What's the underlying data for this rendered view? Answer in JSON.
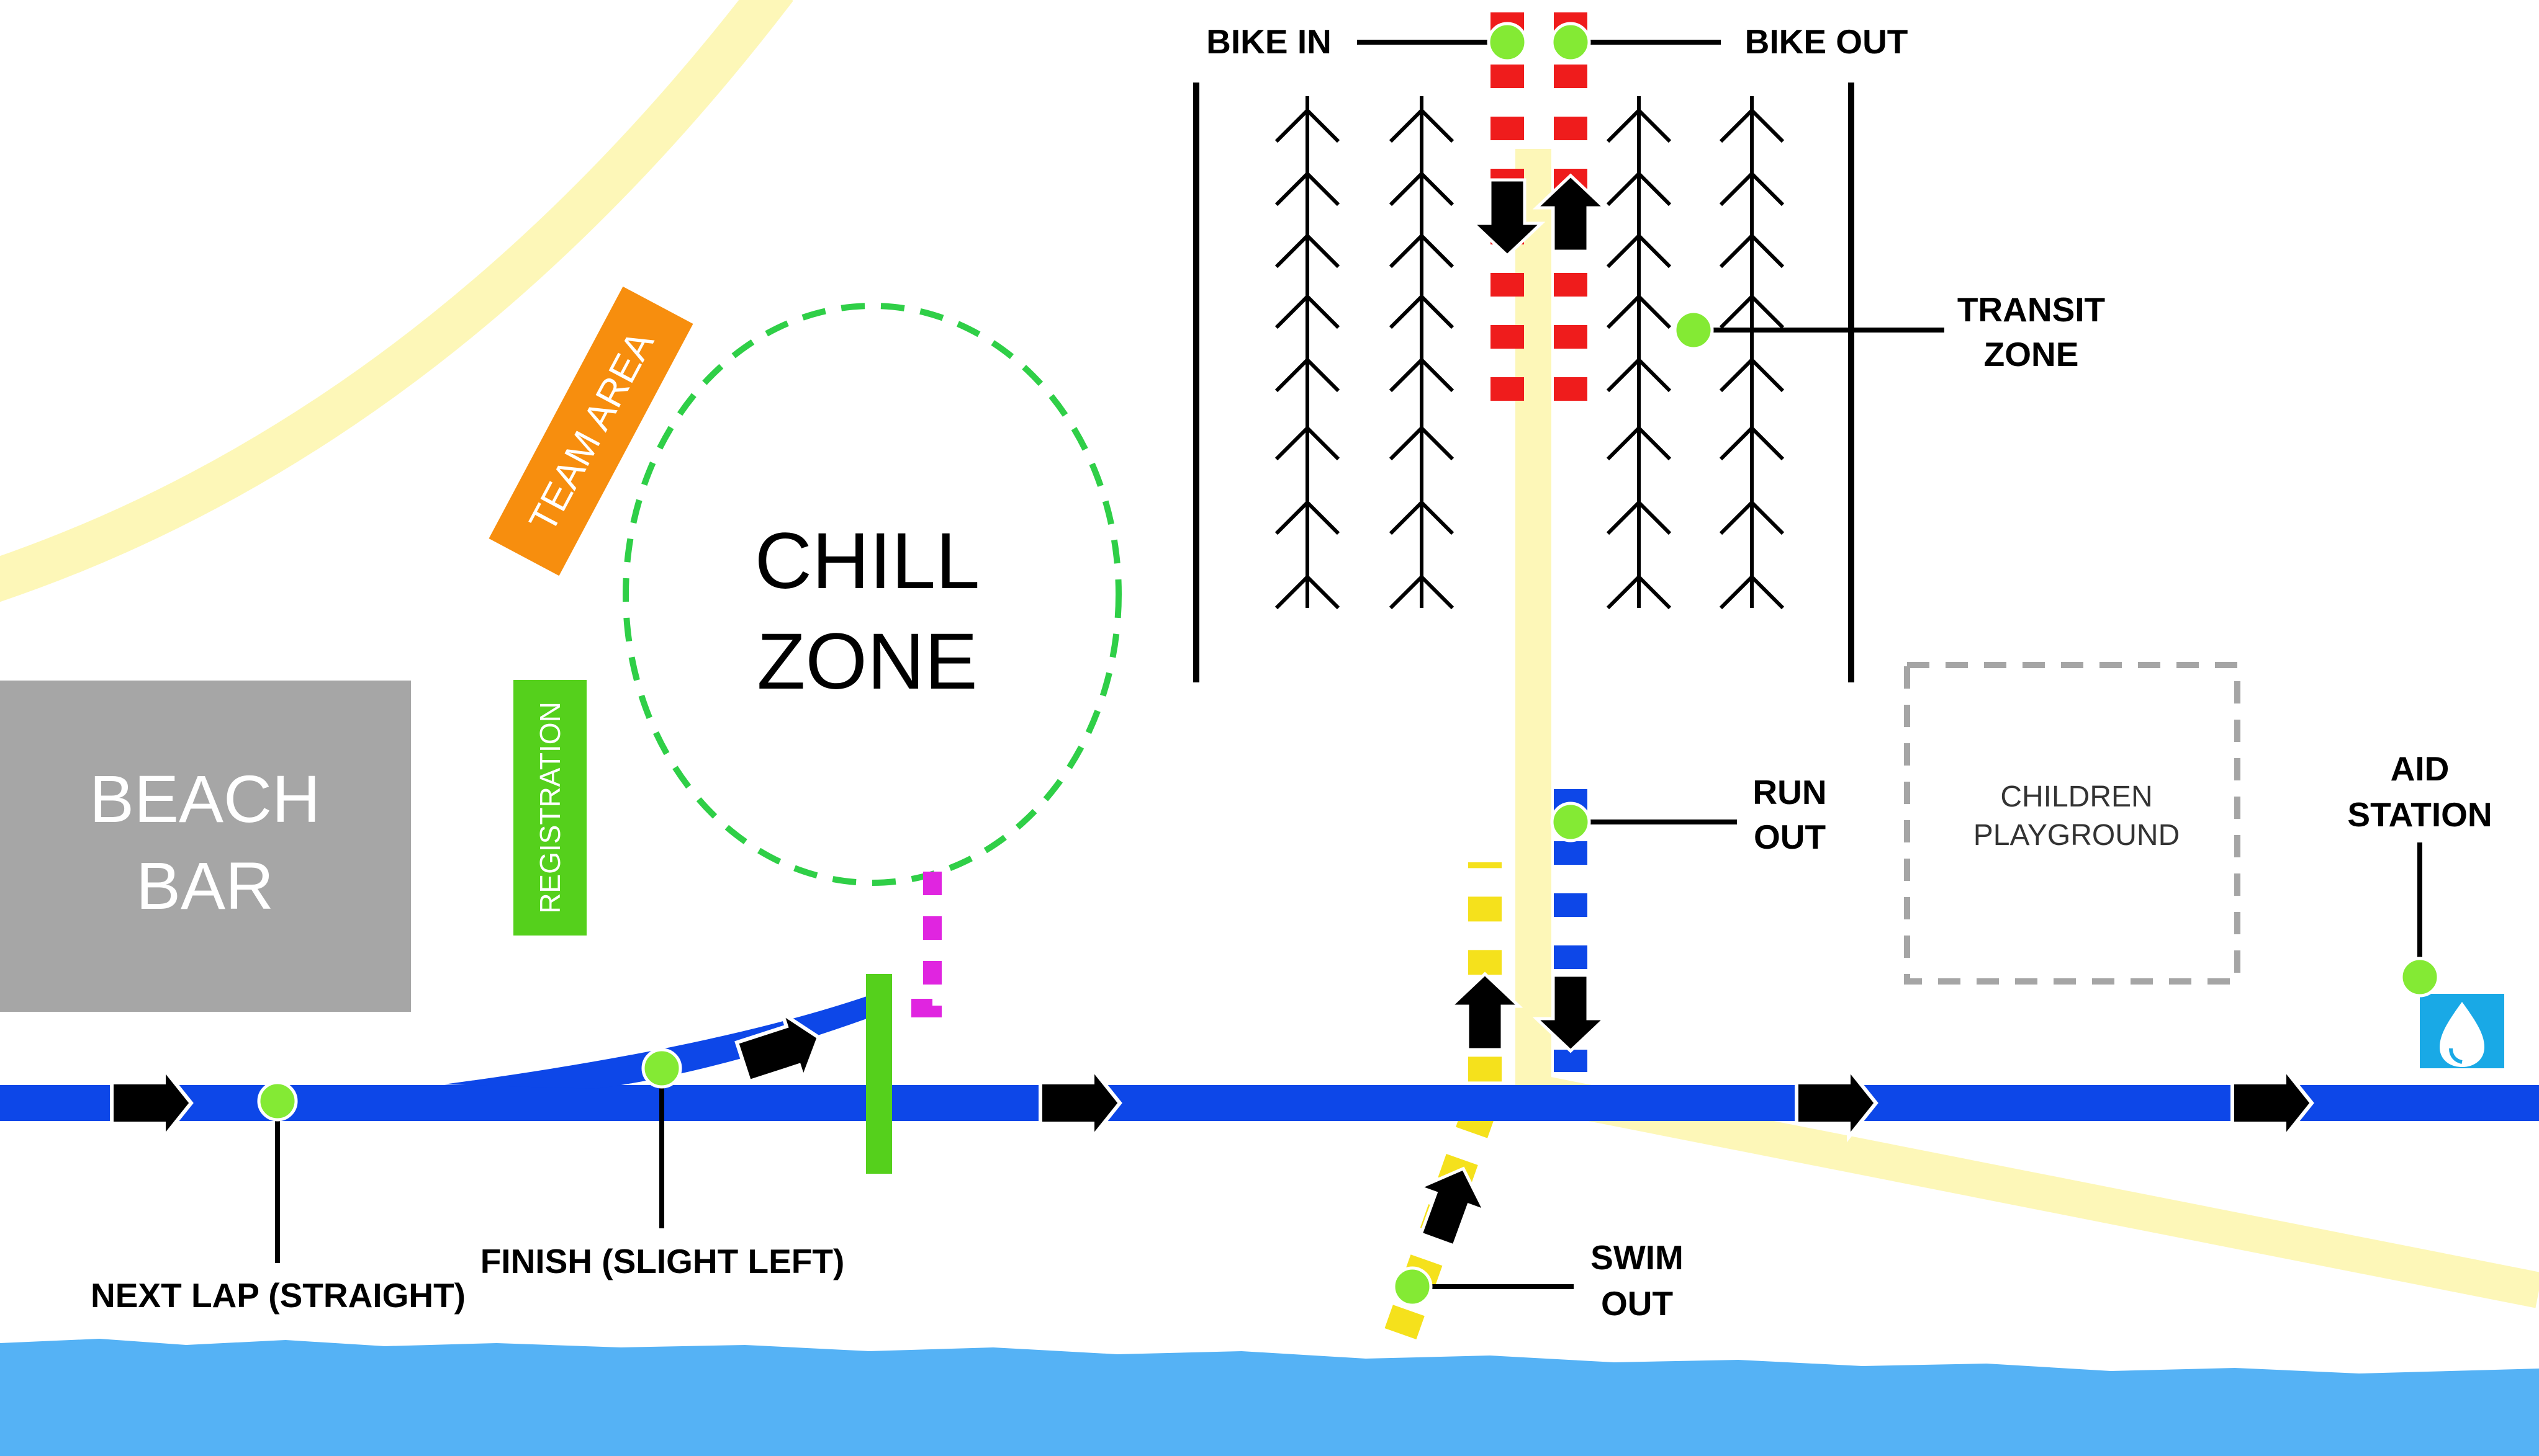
{
  "colors": {
    "route": "#0d47e8",
    "water": "#55b2f5",
    "road": "#fdf7b8",
    "marker": "#84ea34",
    "bike_lane": "#ef1c1c",
    "run_lane": "#0d47e8",
    "swim_lane": "#f5e11c",
    "finish_link": "#e025e0",
    "team_area": "#f78e0e",
    "registration": "#55d01c",
    "beach_bar": "#a6a6a6",
    "chill_zone_outline": "#2fcf47",
    "playground_outline": "#a5a5a5",
    "aid_icon": "#19a9e6"
  },
  "areas": {
    "beach_bar": "BEACH\nBAR",
    "beach_bar_line1": "BEACH",
    "beach_bar_line2": "BAR",
    "registration": "REGISTRATION",
    "team_area": "TEAM AREA",
    "chill_zone_line1": "CHILL",
    "chill_zone_line2": "ZONE",
    "playground_line1": "CHILDREN",
    "playground_line2": "PLAYGROUND"
  },
  "labels": {
    "bike_in": "BIKE IN",
    "bike_out": "BIKE OUT",
    "transit_zone_line1": "TRANSIT",
    "transit_zone_line2": "ZONE",
    "run_out_line1": "RUN",
    "run_out_line2": "OUT",
    "aid_station_line1": "AID",
    "aid_station_line2": "STATION",
    "next_lap": "NEXT LAP (STRAIGHT)",
    "finish": "FINISH (SLIGHT LEFT)",
    "swim_out_line1": "SWIM",
    "swim_out_line2": "OUT"
  },
  "icons": {
    "direction_arrow": "arrow-right-icon",
    "aid_station": "water-drop-icon",
    "bike_rack": "bike-rack-icon"
  }
}
